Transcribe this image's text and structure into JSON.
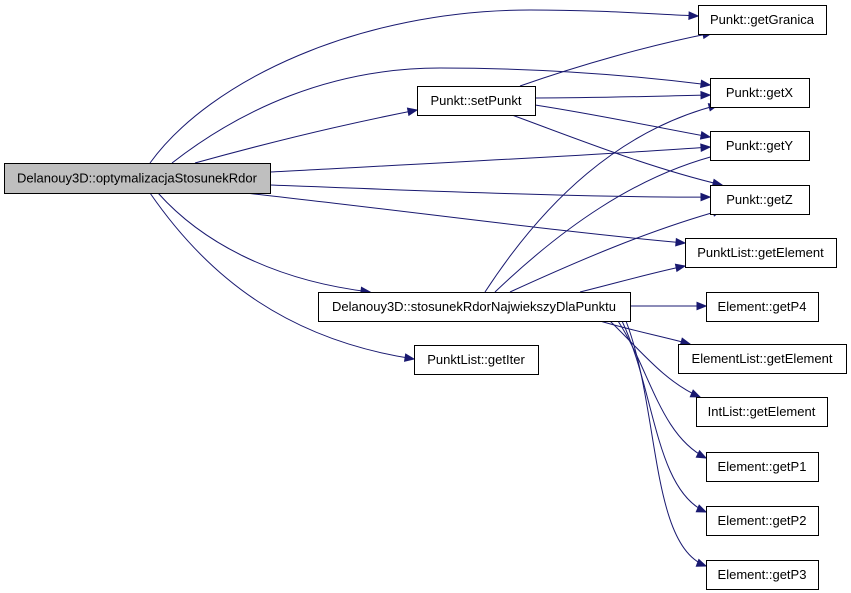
{
  "graph": {
    "nodes": [
      {
        "id": "root",
        "label": "Delanouy3D::optymalizacjaStosunekRdor",
        "root": true
      },
      {
        "id": "setPunkt",
        "label": "Punkt::setPunkt"
      },
      {
        "id": "stosunek",
        "label": "Delanouy3D::stosunekRdorNajwiekszyDlaPunktu"
      },
      {
        "id": "getIter",
        "label": "PunktList::getIter"
      },
      {
        "id": "getGranica",
        "label": "Punkt::getGranica"
      },
      {
        "id": "getX",
        "label": "Punkt::getX"
      },
      {
        "id": "getY",
        "label": "Punkt::getY"
      },
      {
        "id": "getZ",
        "label": "Punkt::getZ"
      },
      {
        "id": "pl_getElement",
        "label": "PunktList::getElement"
      },
      {
        "id": "getP4",
        "label": "Element::getP4"
      },
      {
        "id": "el_getElement",
        "label": "ElementList::getElement"
      },
      {
        "id": "il_getElement",
        "label": "IntList::getElement"
      },
      {
        "id": "getP1",
        "label": "Element::getP1"
      },
      {
        "id": "getP2",
        "label": "Element::getP2"
      },
      {
        "id": "getP3",
        "label": "Element::getP3"
      }
    ],
    "edges": [
      {
        "from": "root",
        "to": "getGranica"
      },
      {
        "from": "root",
        "to": "getX"
      },
      {
        "from": "root",
        "to": "setPunkt"
      },
      {
        "from": "root",
        "to": "getY"
      },
      {
        "from": "root",
        "to": "getZ"
      },
      {
        "from": "root",
        "to": "pl_getElement"
      },
      {
        "from": "root",
        "to": "stosunek"
      },
      {
        "from": "root",
        "to": "getIter"
      },
      {
        "from": "setPunkt",
        "to": "getGranica"
      },
      {
        "from": "setPunkt",
        "to": "getX"
      },
      {
        "from": "setPunkt",
        "to": "getY"
      },
      {
        "from": "setPunkt",
        "to": "getZ"
      },
      {
        "from": "stosunek",
        "to": "getX"
      },
      {
        "from": "stosunek",
        "to": "getY"
      },
      {
        "from": "stosunek",
        "to": "getZ"
      },
      {
        "from": "stosunek",
        "to": "pl_getElement"
      },
      {
        "from": "stosunek",
        "to": "getP4"
      },
      {
        "from": "stosunek",
        "to": "el_getElement"
      },
      {
        "from": "stosunek",
        "to": "il_getElement"
      },
      {
        "from": "stosunek",
        "to": "getP1"
      },
      {
        "from": "stosunek",
        "to": "getP2"
      },
      {
        "from": "stosunek",
        "to": "getP3"
      }
    ]
  },
  "colors": {
    "edge": "#191970",
    "root_fill": "#bfbfbf",
    "node_fill": "#ffffff",
    "node_border": "#000000"
  }
}
